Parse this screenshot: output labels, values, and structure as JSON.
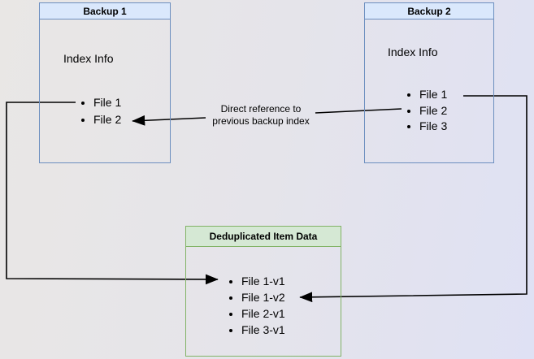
{
  "diagram": {
    "backup1": {
      "title": "Backup 1",
      "body_label": "Index Info",
      "files": [
        "File 1",
        "File 2"
      ]
    },
    "backup2": {
      "title": "Backup 2",
      "body_label": "Index Info",
      "files": [
        "File 1",
        "File 2",
        "File 3"
      ]
    },
    "dedup": {
      "title": "Deduplicated Item Data",
      "files": [
        "File 1-v1",
        "File 1-v2",
        "File 2-v1",
        "File 3-v1"
      ]
    },
    "annotation": {
      "line1": "Direct reference to",
      "line2": "previous backup index"
    }
  },
  "colors": {
    "blue_fill": "#dae8fc",
    "blue_border": "#6c8ebf",
    "green_fill": "#d5e8d4",
    "green_border": "#82b366",
    "arrow": "#000000",
    "background_left": "#e9e7e5",
    "background_right": "#dfe1f4"
  }
}
